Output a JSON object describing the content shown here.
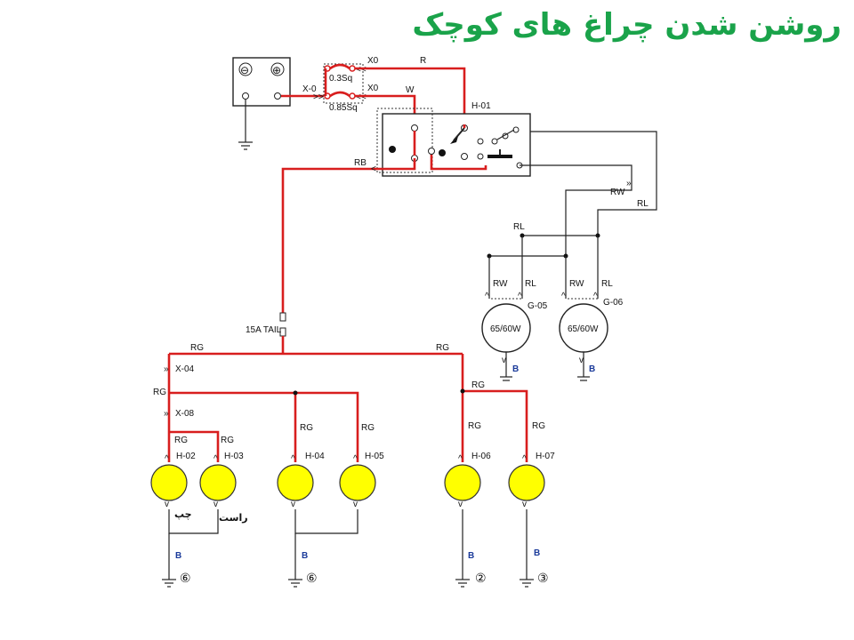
{
  "title": "روشن شدن چراغ های کوچک",
  "colors": {
    "title": "#1aa34a",
    "live_wire": "#d81e1e",
    "lamp": "#ffff00",
    "ground_label": "#1a3a9a"
  },
  "battery": {
    "neg": "⊖",
    "pos": "⊕"
  },
  "wires": {
    "x0_a": "X-0",
    "x0_b": "X0",
    "x0_c": "X0",
    "r": "R",
    "w": "W",
    "rb": "RB",
    "fuse1": "0.3Sq",
    "fuse2": "0.85Sq",
    "rw_1": "RW",
    "rl_1": "RL",
    "rl_2": "RL",
    "rw_2": "RW",
    "rl_3": "RL",
    "rw_3": "RW",
    "rl_4": "RL",
    "rg_top_left": "RG",
    "rg_top_right": "RG",
    "rg_mid_left": "RG",
    "rg_mid_right": "RG",
    "rg_h02": "RG",
    "rg_h03": "RG",
    "rg_h04": "RG",
    "rg_h05": "RG",
    "rg_h06": "RG",
    "rg_h07": "RG"
  },
  "connectors": {
    "h01": "H-01",
    "x04": "X-04",
    "x08": "X-08",
    "h02": "H-02",
    "h03": "H-03",
    "h04": "H-04",
    "h05": "H-05",
    "h06": "H-06",
    "h07": "H-07",
    "g05": "G-05",
    "g06": "G-06"
  },
  "fuse_tail": "15A TAIL",
  "headlamps": [
    {
      "rating": "65/60W"
    },
    {
      "rating": "65/60W"
    }
  ],
  "side_labels": {
    "left": "چپ",
    "right": "راست"
  },
  "grounds": {
    "b_g05": "B",
    "b_g06": "B",
    "b_left": "B",
    "b_mid": "B",
    "b_h06": "B",
    "b_h07": "B",
    "num_left": "⑥",
    "num_mid": "⑥",
    "num_h06": "②",
    "num_h07": "③"
  }
}
